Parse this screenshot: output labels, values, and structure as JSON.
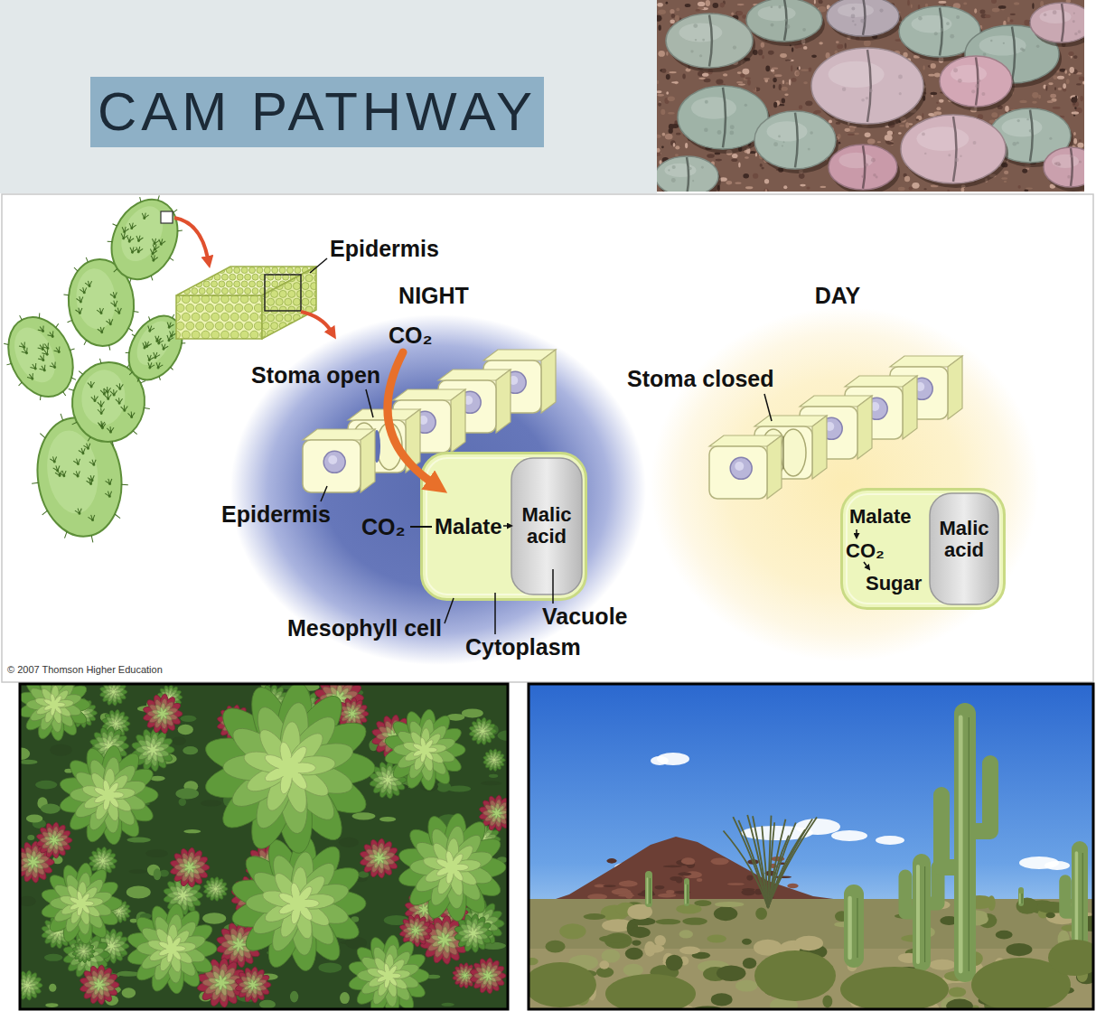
{
  "diagram": {
    "title": "CAM PATHWAY",
    "nodes": [
      {
        "text": [
          "Malate"
        ]
      },
      {
        "text": [
          "Malic acid"
        ],
        "in": 0
      },
      {
        "text": [
          "Malate",
          "CO₂",
          "Sugar"
        ]
      },
      {
        "text": [
          "Malic acid"
        ],
        "in": 2
      }
    ],
    "labels": [
      "Epidermis",
      "NIGHT",
      "DAY",
      "CO₂",
      "Stoma open",
      "Stoma closed",
      "Epidermis",
      "CO₂",
      "Mesophyll cell",
      "Cytoplasm",
      "Vacuole",
      "© 2007 Thomson Higher Education"
    ]
  }
}
